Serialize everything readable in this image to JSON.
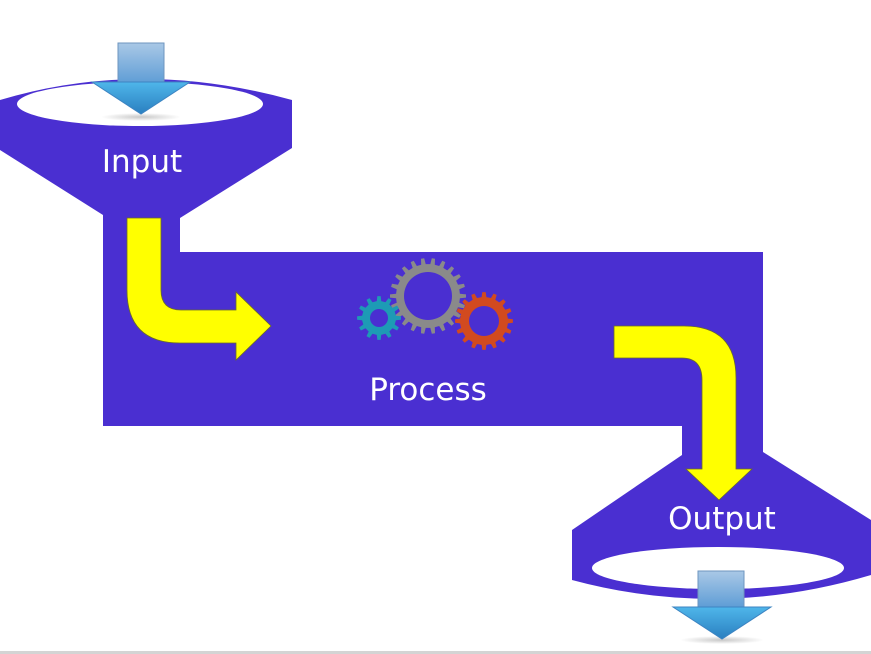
{
  "diagram": {
    "type": "input-process-output flow",
    "stages": [
      {
        "id": "input",
        "label": "Input",
        "shape": "funnel",
        "icon": "down-arrow-icon"
      },
      {
        "id": "process",
        "label": "Process",
        "shape": "rectangle",
        "icon": "gears-icon"
      },
      {
        "id": "output",
        "label": "Output",
        "shape": "inverted-funnel",
        "icon": "down-arrow-icon"
      }
    ],
    "connections": [
      {
        "from": "input",
        "to": "process",
        "style": "curved yellow arrow"
      },
      {
        "from": "process",
        "to": "output",
        "style": "curved yellow arrow"
      }
    ]
  },
  "colors": {
    "band": "#4a2fd1",
    "flow_arrow": "#ffff00",
    "gear_teal": "#1d9bb5",
    "gear_gray": "#8a8a8a",
    "gear_orange": "#d24a1f",
    "io_arrow": "#3aa6de"
  }
}
